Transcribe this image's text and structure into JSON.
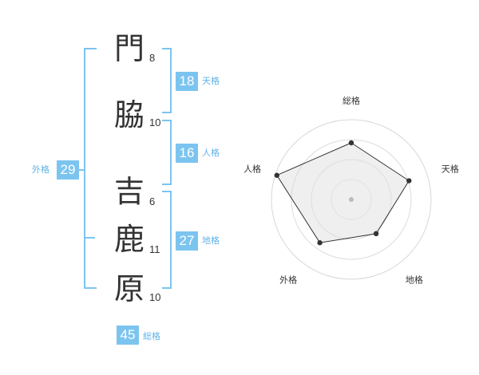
{
  "name": {
    "characters": [
      {
        "char": "門",
        "strokes": "8"
      },
      {
        "char": "脇",
        "strokes": "10"
      },
      {
        "char": "吉",
        "strokes": "6"
      },
      {
        "char": "鹿",
        "strokes": "11"
      },
      {
        "char": "原",
        "strokes": "10"
      }
    ]
  },
  "fortune": {
    "tenkaku": {
      "value": "18",
      "label": "天格"
    },
    "jinkaku": {
      "value": "16",
      "label": "人格"
    },
    "chikaku": {
      "value": "27",
      "label": "地格"
    },
    "gaikaku": {
      "value": "29",
      "label": "外格"
    },
    "soukaku": {
      "value": "45",
      "label": "総格"
    }
  },
  "colors": {
    "accent": "#7cc4f0",
    "label": "#5fb3e8"
  },
  "chart_data": {
    "type": "radar",
    "axes": [
      "総格",
      "天格",
      "地格",
      "外格",
      "人格"
    ],
    "values": [
      0.71,
      0.76,
      0.53,
      0.67,
      0.98
    ],
    "range": [
      0,
      1
    ],
    "rings": 4
  }
}
